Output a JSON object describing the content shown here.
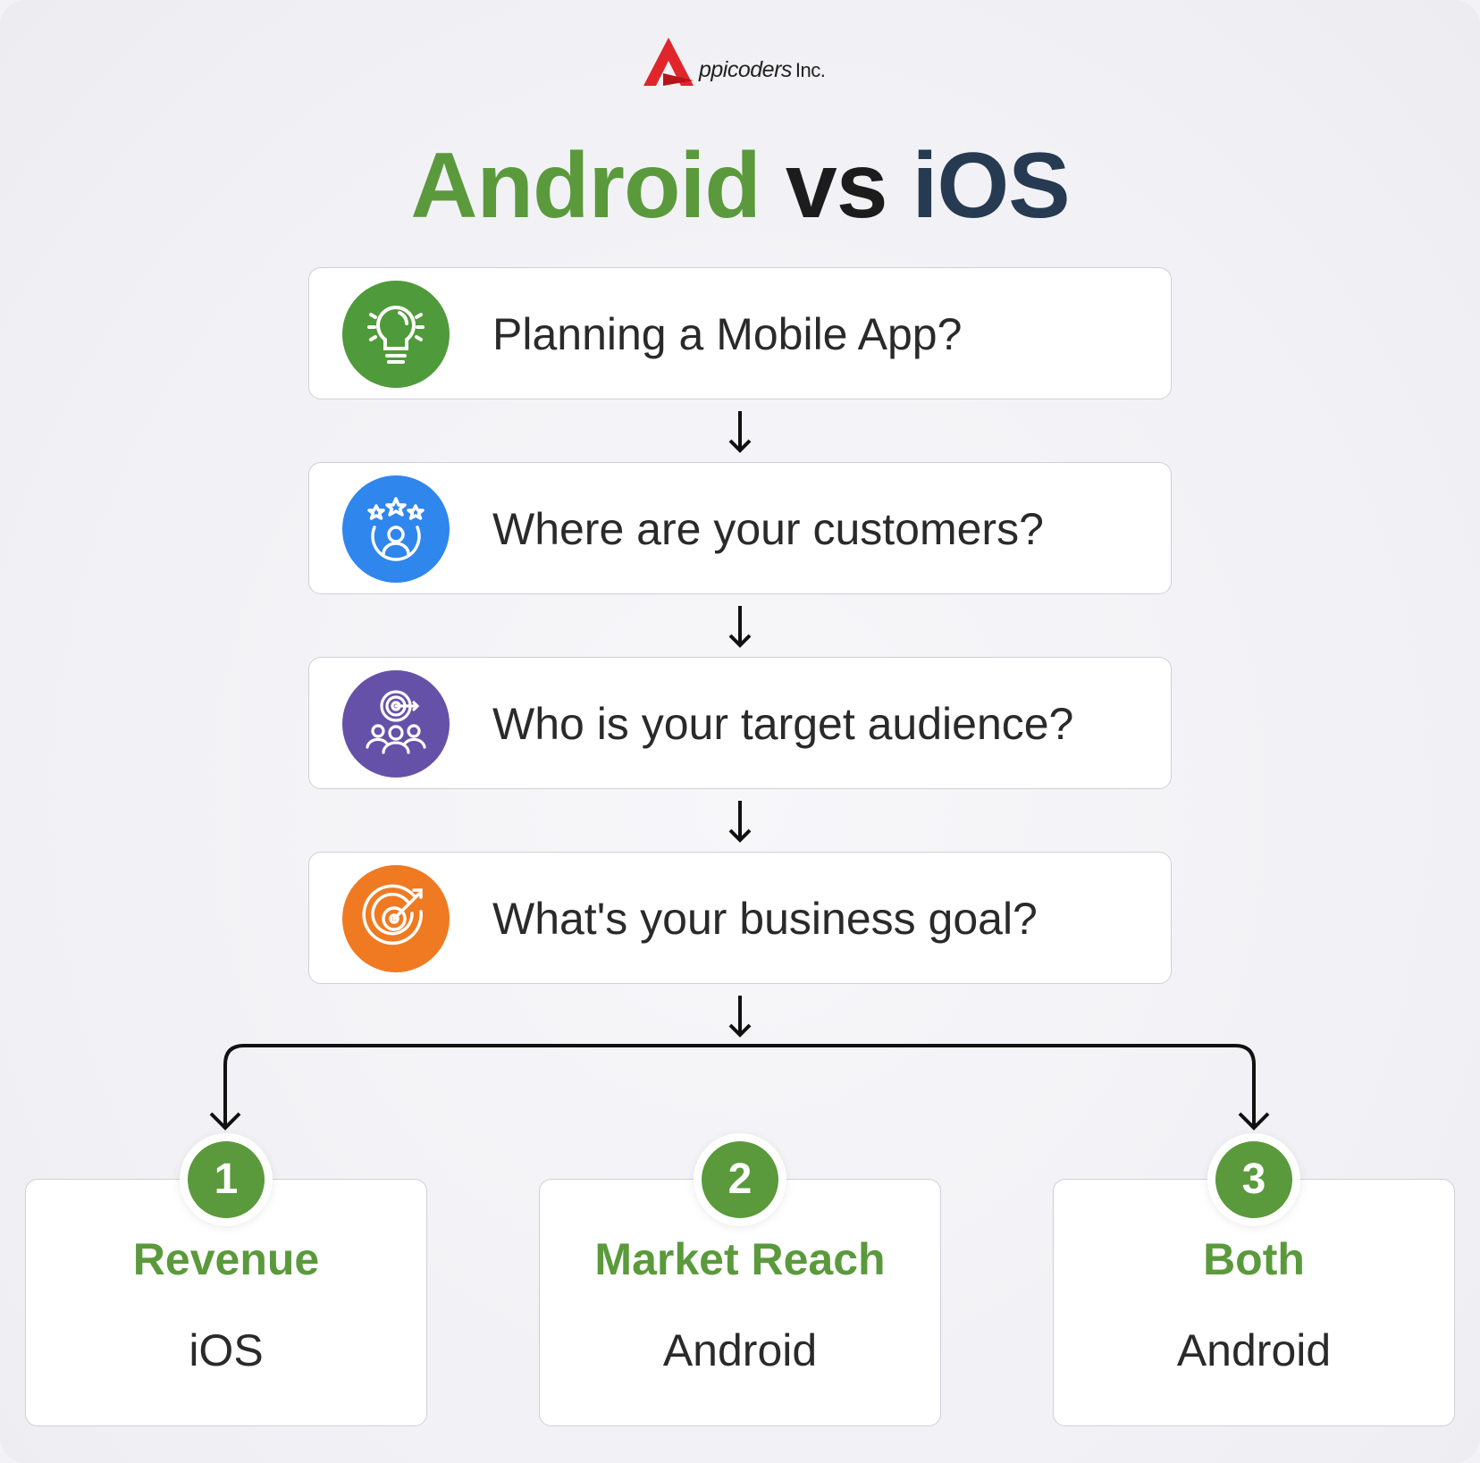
{
  "brand": {
    "name": "ppicoders",
    "suffix": "Inc.",
    "logo_color": "#e0262b"
  },
  "title": {
    "android": "Android",
    "vs": "vs",
    "ios": "iOS",
    "colors": {
      "android": "#5a9a3c",
      "vs": "#1c1c1c",
      "ios": "#263a52"
    }
  },
  "steps": [
    {
      "label": "Planning a Mobile App?",
      "icon": "lightbulb-icon",
      "color": "#4f9a3a"
    },
    {
      "label": "Where are your customers?",
      "icon": "customer-rating-icon",
      "color": "#2f86ec"
    },
    {
      "label": "Who is your target audience?",
      "icon": "audience-target-icon",
      "color": "#6551a8"
    },
    {
      "label": "What's your business goal?",
      "icon": "goal-target-icon",
      "color": "#ef7a22"
    }
  ],
  "outcomes": [
    {
      "number": "1",
      "heading": "Revenue",
      "answer": "iOS"
    },
    {
      "number": "2",
      "heading": "Market Reach",
      "answer": "Android"
    },
    {
      "number": "3",
      "heading": "Both",
      "answer": "Android"
    }
  ]
}
